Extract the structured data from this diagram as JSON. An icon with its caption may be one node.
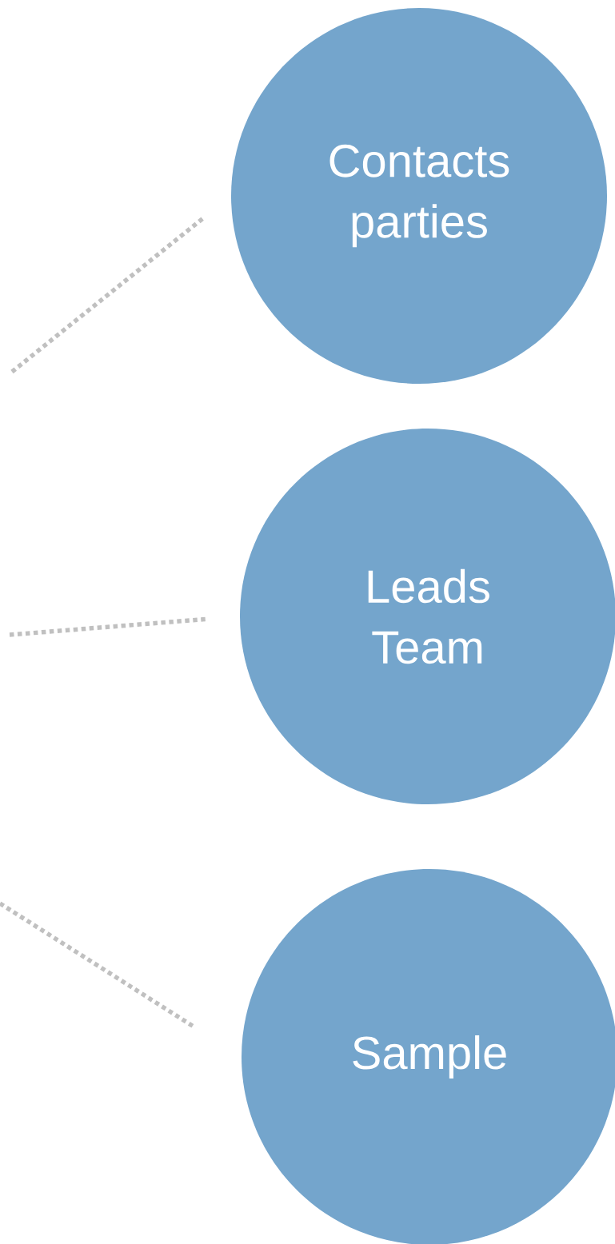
{
  "diagram": {
    "nodes": [
      {
        "text": [
          "Contacts parties"
        ]
      },
      {
        "text": [
          "Leads Team"
        ]
      },
      {
        "text": [
          "Sample"
        ]
      }
    ],
    "edges": [
      {
        "from": null,
        "to": 0,
        "arrow": "none",
        "style": "dashed"
      },
      {
        "from": null,
        "to": 1,
        "arrow": "none",
        "style": "dashed"
      },
      {
        "from": null,
        "to": 2,
        "arrow": "none",
        "style": "dashed"
      }
    ]
  }
}
